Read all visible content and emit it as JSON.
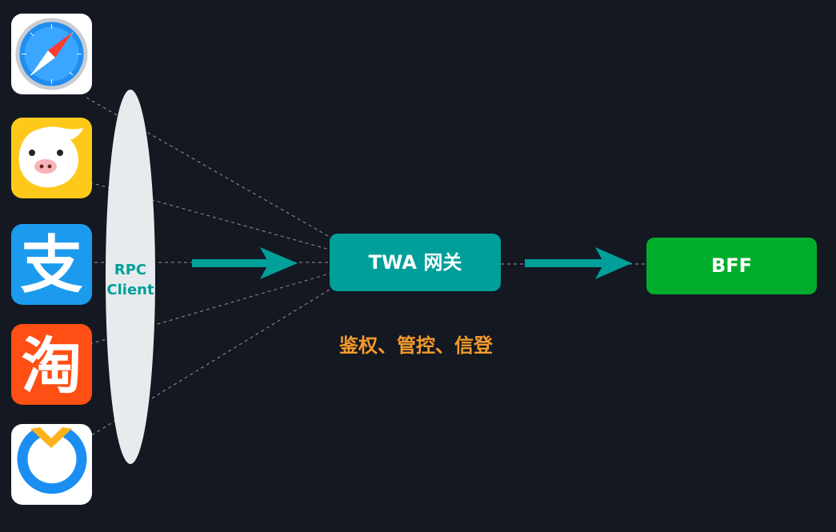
{
  "client_ellipse": {
    "line1": "RPC",
    "line2": "Client"
  },
  "gateway": {
    "label": "TWA 网关",
    "color": "#009f9a"
  },
  "bff": {
    "label": "BFF",
    "color": "#00ad2b"
  },
  "gateway_caption": "鉴权、管控、信登",
  "colors": {
    "background": "#141821",
    "arrow": "#009f9a",
    "caption": "#f39a2b",
    "ellipse": "#e8ebee",
    "ellipse_text": "#009f9a"
  },
  "apps": [
    {
      "icon": "safari-icon"
    },
    {
      "icon": "fliggy-icon"
    },
    {
      "icon": "alipay-icon",
      "glyph": "支"
    },
    {
      "icon": "taobao-icon",
      "glyph": "淘"
    },
    {
      "icon": "dingtalk-icon"
    }
  ]
}
